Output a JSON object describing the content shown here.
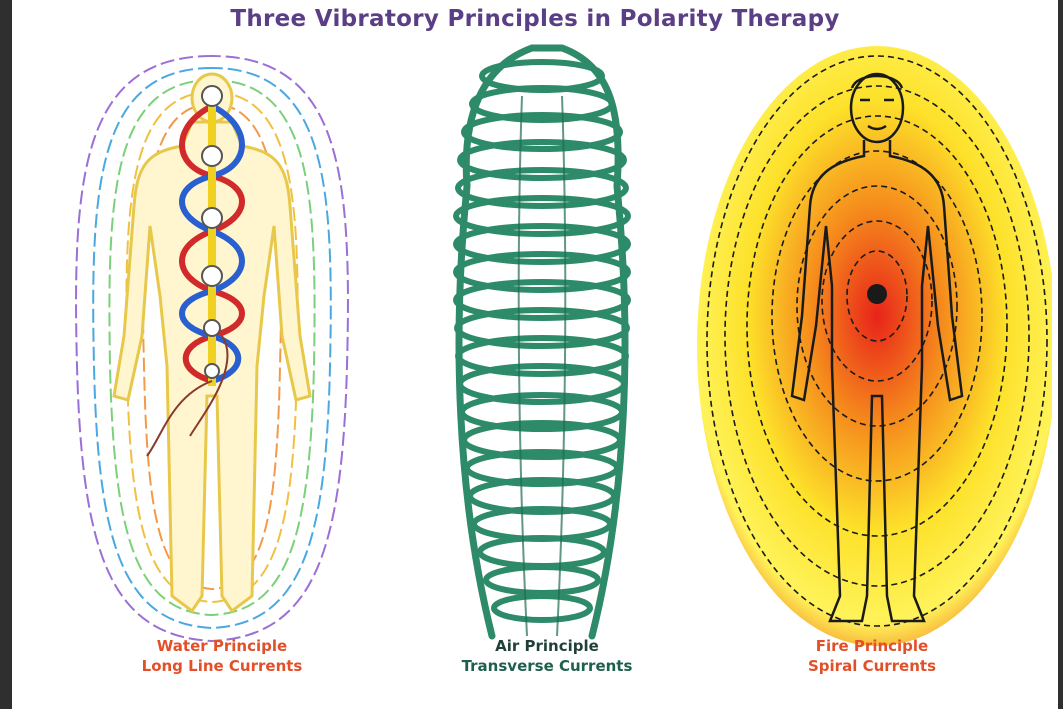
{
  "title": "Three Vibratory Principles in Polarity Therapy",
  "panels": [
    {
      "line1": "Water Principle",
      "line2": "Long Line Currents",
      "color": "#e2502a"
    },
    {
      "line1": "Air Principle",
      "line2": "Transverse Currents",
      "color": "#1f5f4e"
    },
    {
      "line1": "Fire Principle",
      "line2": "Spiral Currents",
      "color": "#e2502a"
    }
  ],
  "colors": {
    "title": "#5b3f86",
    "water_lines": [
      "#9b6fd6",
      "#4aa8e0",
      "#7bd07a",
      "#f0c040",
      "#f29a4a",
      "#e45a5a"
    ],
    "chakras": [
      "#2a5fd0",
      "#d02a2a",
      "#f0d020"
    ],
    "air_coils": "#2e8b6a",
    "fire_gradient": [
      "#e8231a",
      "#f58a1c",
      "#fde12a",
      "#fff35a"
    ]
  }
}
